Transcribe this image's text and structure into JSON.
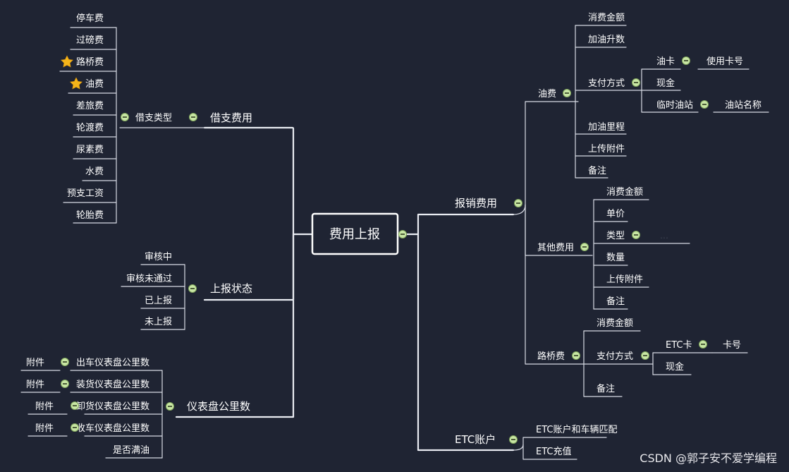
{
  "root": "费用上报",
  "branches": {
    "borrow": {
      "title": "借支费用",
      "sub": "借支类型",
      "items": [
        "停车费",
        "过磅费",
        "路桥费",
        "油费",
        "差旅费",
        "轮渡费",
        "尿素费",
        "水费",
        "预支工资",
        "轮胎费"
      ],
      "starred": [
        "路桥费",
        "油费"
      ]
    },
    "status": {
      "title": "上报状态",
      "items": [
        "审核中",
        "审核未通过",
        "已上报",
        "未上报"
      ]
    },
    "odometer": {
      "title": "仪表盘公里数",
      "items": [
        {
          "label": "出车仪表盘公里数",
          "child": "附件"
        },
        {
          "label": "装货仪表盘公里数",
          "child": "附件"
        },
        {
          "label": "卸货仪表盘公里数",
          "child": "附件"
        },
        {
          "label": "收车仪表盘公里数",
          "child": "附件"
        },
        {
          "label": "是否满油"
        }
      ]
    },
    "reimburse": {
      "title": "报销费用",
      "fuel": {
        "title": "油费",
        "items": [
          "消费金额",
          "加油升数",
          "支付方式",
          "加油里程",
          "上传附件",
          "备注"
        ],
        "payment": {
          "oil_card": "油卡",
          "oil_card_child": "使用卡号",
          "cash": "现金",
          "temp_station": "临时油站",
          "temp_station_child": "油站名称"
        }
      },
      "other": {
        "title": "其他费用",
        "items": [
          "消费金额",
          "单价",
          "类型",
          "数量",
          "上传附件",
          "备注"
        ],
        "type_child": "…"
      },
      "toll": {
        "title": "路桥费",
        "items": [
          "消费金额",
          "支付方式",
          "备注"
        ],
        "payment": {
          "etc": "ETC卡",
          "etc_child": "卡号",
          "cash": "现金"
        }
      }
    },
    "etc": {
      "title": "ETC账户",
      "items": [
        "ETC账户和车辆匹配",
        "ETC充值"
      ]
    }
  },
  "watermark": "CSDN @郭子安不爱学编程"
}
